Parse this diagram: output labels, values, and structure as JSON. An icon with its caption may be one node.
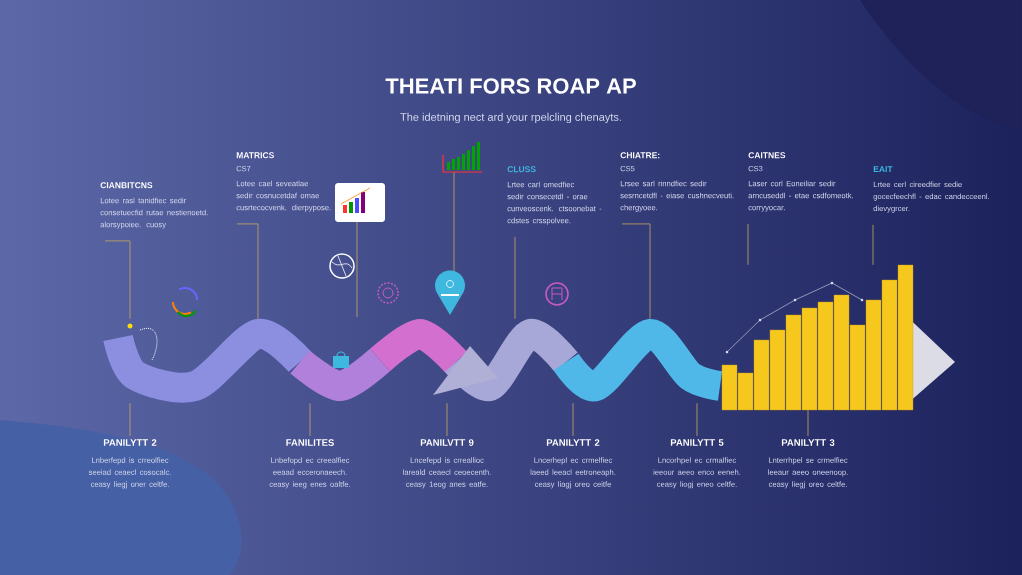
{
  "diagram": {
    "title": "THEATI FORS ROAP AP",
    "caption": "The idetning nect ard your rpelcling chenayts.",
    "nodes": [
      {
        "text": [
          "CIANBITCNS",
          "Lotee rasl tanidfiec sedir consetuecfid rutae nestienoetd. alorsypoiee. cuosy"
        ]
      },
      {
        "text": [
          "MATRICS",
          "CS7",
          "Lotee cael seveatlae sedir cosnucetdaf omae cusrtecocvenk. dierpypose."
        ]
      },
      {
        "text": [
          "CLUSS",
          "Lrtee carl omedfiec sedir consecetdl - orae cunveoscenk. ctsoonebat - cdstes crsspolvee."
        ]
      },
      {
        "text": [
          "CHIATRE:",
          "CS5",
          "Lrsee sarl rinndfiec sedir sesrncetdfl - eiase cushnecveuti. chergyoee."
        ]
      },
      {
        "text": [
          "CAITNES",
          "CS3",
          "Laser corl Eoneiliar sedir arncuseddl - etae csdfomeotk. corryyocar."
        ]
      },
      {
        "text": [
          "EAIT",
          "Lrtee cerl cireedfier sedie gocecfeechfl - edac candecceenl. dievygrcer."
        ]
      },
      {
        "text": [
          "PANILYTT 2",
          "Lnberfepd is crreolfiec seeiad ceaecl cosocalc. ceasy liegj oner celtfe."
        ]
      },
      {
        "text": [
          "FANILITES",
          "Lnbefopd ec creealfiec eeaad ecceronaeech. ceasy ieeg enes oaltfe."
        ]
      },
      {
        "text": [
          "PANILVTT 9",
          "Lncefepd is crreallioc lareald ceaecl ceoecenth. ceasy 1eog anes eatfe."
        ]
      },
      {
        "text": [
          "PANILYTT 2",
          "Lncerhepl ec crmelfiec laeed leeacl eetroneaph. ceasy liagj oreo ceitfe"
        ]
      },
      {
        "text": [
          "PANILYTT 5",
          "Lncorhpel ec crmalfiec ieeour aeeo enco eeneh. ceasy liogj eneo celtfe."
        ]
      },
      {
        "text": [
          "PANILYTT 3",
          "Lnterrhpel se crmelfiec leeaur aeeo oneenoop. ceasy liegj oreo celtfe."
        ]
      },
      {
        "text": [],
        "shape": "picture"
      },
      {
        "text": [],
        "shape": "picture"
      }
    ],
    "edges": [
      {
        "from": 0,
        "to": 12,
        "arrow": "none"
      },
      {
        "from": 1,
        "to": 12,
        "arrow": "none"
      },
      {
        "from": 2,
        "to": 12,
        "arrow": "none"
      },
      {
        "from": 3,
        "to": 12,
        "arrow": "none"
      },
      {
        "from": 4,
        "to": 13,
        "arrow": "none"
      },
      {
        "from": 5,
        "to": 13,
        "arrow": "none"
      },
      {
        "from": 12,
        "to": 6,
        "arrow": "none"
      },
      {
        "from": 12,
        "to": 7,
        "arrow": "none"
      },
      {
        "from": 12,
        "to": 8,
        "arrow": "none"
      },
      {
        "from": 12,
        "to": 9,
        "arrow": "none"
      },
      {
        "from": 12,
        "to": 10,
        "arrow": "none"
      },
      {
        "from": 13,
        "to": 11,
        "arrow": "none"
      }
    ]
  }
}
